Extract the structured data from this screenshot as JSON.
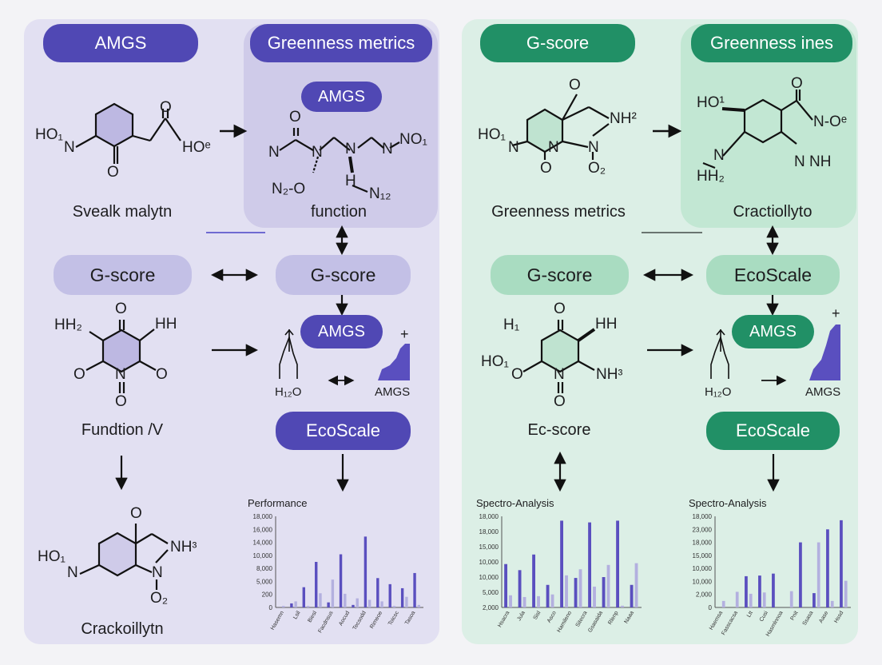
{
  "left_panel": {
    "pills": {
      "amgs_header": "AMGS",
      "greenness_metrics": "Greenness metrics",
      "amgs_small": "AMGS",
      "g_score_left": "G-score",
      "g_score_center": "G-score",
      "amgs_mid": "AMGS",
      "ecoscale": "EcoScale"
    },
    "captions": {
      "molecule1": "Svealk malytn",
      "molecule2": "function",
      "molecule3": "Fundtion /V",
      "molecule4": "Crackoillytn",
      "h2o": "H₁₂O",
      "amgs_glyph": "AMGS"
    },
    "atom_labels": {
      "m1_hox": "HO₁",
      "m1_n": "N",
      "m1_o_top": "O",
      "m1_ho": "HOᵉ",
      "m1_o_bottom": "O",
      "m2_o": "O",
      "m2_n1": "N",
      "m2_n2": "N",
      "m2_n3": "N",
      "m2_n4": "N",
      "m2_no": "NO₁",
      "m2_n2o": "N₂-O",
      "m2_h": "H",
      "m2_n12": "N₁₂",
      "m3_o_top": "O",
      "m3_hh2": "HH₂",
      "m3_hh": "HH",
      "m3_o_left": "O",
      "m3_n": "N",
      "m3_o_right": "O",
      "m3_o_bottom": "O",
      "m4_o": "O",
      "m4_hox": "HO₁",
      "m4_n": "N",
      "m4_nh": "NHᶟ",
      "m4_n2": "N",
      "m4_o2": "O₂"
    },
    "chart_data": {
      "type": "bar",
      "title": "Performance",
      "yticks": [
        "18,000",
        "16,000",
        "14,000",
        "10,000",
        "8,000",
        "5,000",
        "200",
        "0"
      ],
      "xticks": [
        "Hasemn",
        "Lsil",
        "Biesl",
        "Facdnsus",
        "Aocud",
        "Tecsodd",
        "Rimeoe",
        "Toicsc",
        "Tasoa"
      ],
      "series": [
        {
          "color": "#5a4fbf",
          "values": [
            0,
            800,
            4000,
            9000,
            1000,
            10500,
            500,
            14000,
            5800,
            4600,
            3800,
            6800
          ]
        },
        {
          "color": "#b3b0df",
          "values": [
            300,
            1200,
            300,
            2800,
            5500,
            2700,
            1800,
            1500,
            1200,
            300,
            2100,
            500
          ]
        }
      ],
      "yrange": [
        0,
        18000
      ]
    }
  },
  "right_panel": {
    "pills": {
      "g_score_header": "G-score",
      "greenness_ines": "Greenness ines",
      "g_score_left": "G-score",
      "ecoscale_center": "EcoScale",
      "amgs_mid": "AMGS",
      "ecoscale": "EcoScale"
    },
    "captions": {
      "molecule1": "Greenness metrics",
      "molecule2": "Cractiollyto",
      "molecule3": "Ec-score",
      "h2o": "H₁₂O",
      "amgs_glyph": "AMGS"
    },
    "atom_labels": {
      "m1_o": "O",
      "m1_nh": "NH²",
      "m1_hox": "HO₁",
      "m1_n1": "N",
      "m1_n2": "N",
      "m1_n3": "N",
      "m1_o1": "O",
      "m1_o2": "O₂",
      "m2_ho": "HO¹",
      "m2_o": "O",
      "m2_no": "N-Oᵉ",
      "m2_n": "N",
      "m2_nnh": "N NH",
      "m2_hh2": "HH₂",
      "m3_o": "O",
      "m3_h1": "H₁",
      "m3_hh": "HH",
      "m3_ho": "HO₁",
      "m3_o_left": "O",
      "m3_n": "N",
      "m3_nh": "NHᶟ",
      "m3_o_bottom": "O"
    },
    "chart_left": {
      "type": "bar",
      "title": "Spectro-Analysis",
      "yticks": [
        "18,000",
        "18,000",
        "15,000",
        "10,000",
        "10,000",
        "5,000",
        "2,000"
      ],
      "xticks": [
        "Hsacra",
        "Jula",
        "Sisl",
        "Asco",
        "Hamileno",
        "Sitecra",
        "Gsasaida",
        "Rlenp",
        "Naaa"
      ],
      "series": [
        {
          "color": "#5a4fbf",
          "values": [
            10000,
            8600,
            12200,
            5200,
            20000,
            6800,
            19600,
            7000,
            20000,
            5200
          ]
        },
        {
          "color": "#b3b0df",
          "values": [
            2800,
            2400,
            2600,
            3000,
            7400,
            8800,
            4800,
            9800,
            400,
            10200
          ]
        }
      ],
      "yrange": [
        0,
        21000
      ]
    },
    "chart_right": {
      "type": "bar",
      "title": "Spectro-Analysis",
      "yticks": [
        "18,000",
        "23,000",
        "18,000",
        "15,000",
        "10,000",
        "10,000",
        "2,000",
        "0"
      ],
      "xticks": [
        "Haemsa",
        "Fasscacsa",
        "Ltt",
        "Cusi",
        "Hasmlnnoa",
        "Pnit",
        "Ssasa",
        "Aase",
        "Hssd"
      ],
      "series": [
        {
          "color": "#5a4fbf",
          "values": [
            0,
            0,
            9600,
            9800,
            10400,
            0,
            20000,
            4400,
            24000,
            26800
          ]
        },
        {
          "color": "#b3b0df",
          "values": [
            2000,
            4800,
            4200,
            4600,
            0,
            5000,
            0,
            20000,
            2000,
            8200
          ]
        }
      ],
      "yrange": [
        0,
        28000
      ]
    }
  },
  "colors": {
    "left_panel_bg": "#e2e0f2",
    "left_box_bg": "#cfcbe9",
    "right_panel_bg": "#dcefe6",
    "right_box_bg": "#c2e7d3",
    "purple_dark": "#5048b4",
    "purple_light": "#c3c0e6",
    "green_dark": "#219066",
    "green_light": "#a9dcc1"
  }
}
